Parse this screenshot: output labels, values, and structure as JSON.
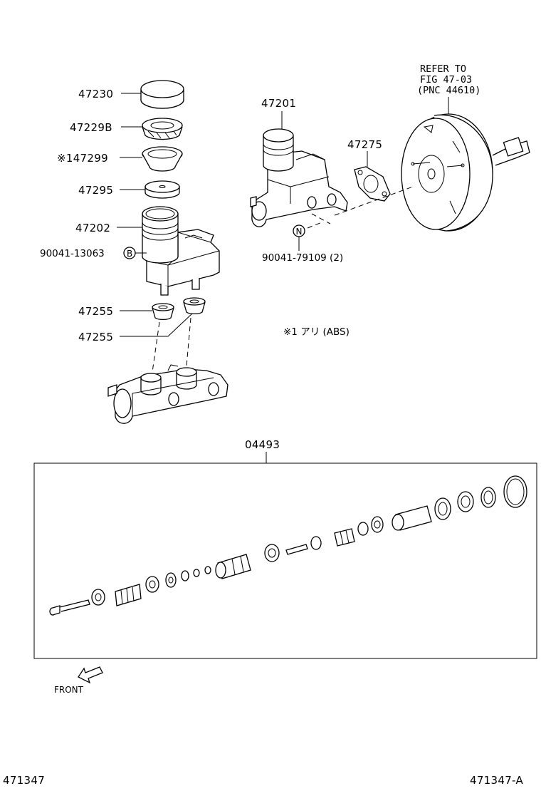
{
  "labels": {
    "p47230": "47230",
    "p47229b": "47229B",
    "p47299": "※147299",
    "p47295": "47295",
    "p47202": "47202",
    "p90041_13063": "90041-13063",
    "circle_b": "B",
    "p47255_a": "47255",
    "p47255_b": "47255",
    "p47201": "47201",
    "p47275": "47275",
    "refer_line1": "REFER TO",
    "refer_line2": "FIG 47-03",
    "refer_line3": "(PNC 44610)",
    "circle_n": "N",
    "p90041_79109": "90041-79109 (2)",
    "note_abs": "※1  アリ (ABS)",
    "p04493": "04493",
    "front": "FRONT",
    "fig_left": "471347",
    "fig_right": "471347-A"
  },
  "colors": {
    "ink": "#000000",
    "paper": "#ffffff"
  },
  "icons": {
    "front_arrow": "front-arrow-icon"
  }
}
